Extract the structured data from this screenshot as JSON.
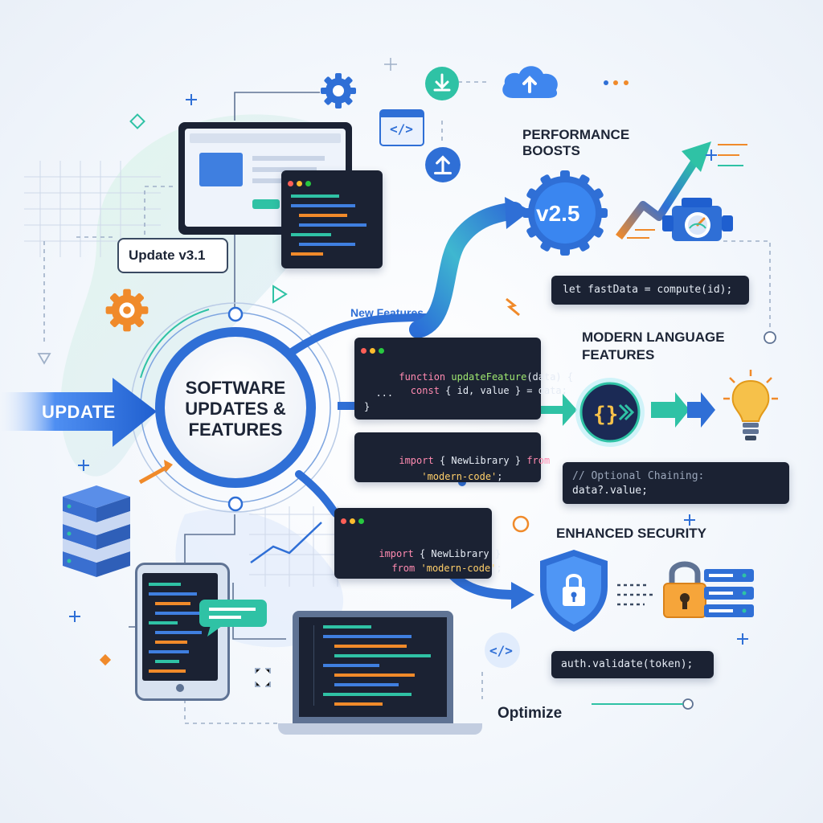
{
  "update_arrow_label": "UPDATE",
  "hub": {
    "line1": "SOFTWARE",
    "line2": "UPDATES &",
    "line3": "FEATURES"
  },
  "update_tag": "Update v3.1",
  "new_features_label": "New Features",
  "sections": {
    "performance": {
      "title1": "PERFORMANCE",
      "title2": "BOOSTS",
      "badge": "v2.5",
      "code": "let fastData = compute(id);"
    },
    "modern": {
      "title1": "MODERN LANGUAGE",
      "title2": "FEATURES",
      "code1": "// Optional Chaining:",
      "code2": "data?.value;"
    },
    "security": {
      "title": "ENHANCED SECURITY",
      "code": "auth.validate(token);"
    }
  },
  "code_main": {
    "l1a": "function",
    "l1b": " updateFeature",
    "l1c": "(data) {",
    "l2a": "  const",
    "l2b": " { id, value } = data;",
    "l3": "  ...",
    "l4": "}"
  },
  "code_import1": {
    "a": "import",
    "b": " { NewLibrary } ",
    "c": "from",
    "d": "'modern-code'",
    "e": ";"
  },
  "code_import2": {
    "a": "import",
    "b": " { NewLibrary }",
    "c": "from",
    "d": " 'modern-code'",
    "e": ";"
  },
  "optimize_label": "Optimize",
  "icons": [
    "gear-icon",
    "cloud-upload-icon",
    "download-icon",
    "upload-icon",
    "code-tag-icon",
    "engine-icon",
    "lightbulb-icon",
    "shield-lock-icon",
    "padlock-icon",
    "server-icon",
    "tablet-icon",
    "laptop-icon",
    "monitor-icon",
    "chat-bubble-icon",
    "play-icon"
  ],
  "colors": {
    "primary": "#2f6fd6",
    "accent": "#f08a2a",
    "teal": "#2fc2a5",
    "dark": "#1b2233"
  }
}
